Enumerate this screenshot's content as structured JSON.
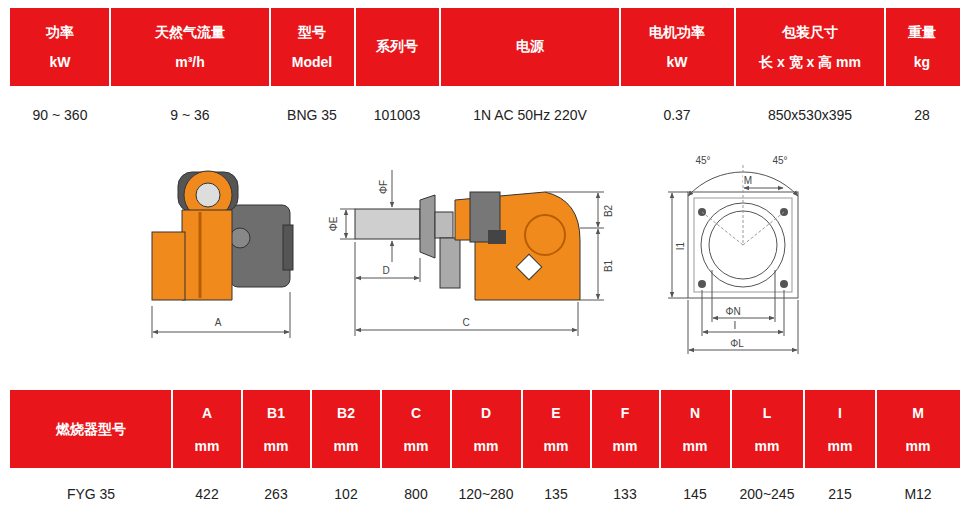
{
  "diagram": {
    "labels": [
      "功率",
      "kW",
      "天然气流量",
      "m³/h",
      "型号",
      "Model",
      "系列号",
      "电源",
      "电机功率",
      "kW",
      "包装尺寸",
      "长 x 宽 x 高 mm",
      "重量",
      "kg",
      "90 ~ 360",
      "9 ~ 36",
      "BNG 35",
      "101003",
      "1N AC 50Hz 220V",
      "0.37",
      "850x530x395",
      "28",
      "A",
      "ΦF",
      "ΦE",
      "D",
      "C",
      "B2",
      "B1",
      "45°",
      "45°",
      "M",
      "I1",
      "ΦN",
      "I",
      "ΦL",
      "燃烧器型号",
      "A",
      "mm",
      "B1",
      "mm",
      "B2",
      "mm",
      "C",
      "mm",
      "D",
      "mm",
      "E",
      "mm",
      "F",
      "mm",
      "N",
      "mm",
      "L",
      "mm",
      "I",
      "mm",
      "M",
      "mm",
      "FYG 35",
      "422",
      "263",
      "102",
      "800",
      "120~280",
      "135",
      "133",
      "145",
      "200~245",
      "215",
      "M12"
    ]
  }
}
